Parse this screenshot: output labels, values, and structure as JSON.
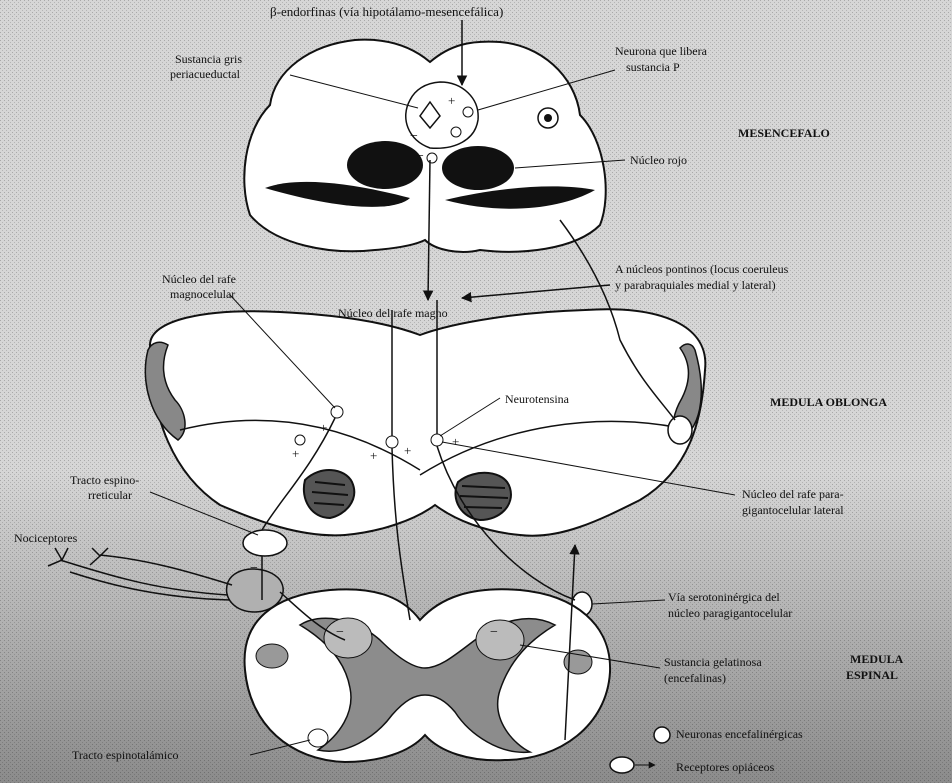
{
  "labels": {
    "beta_endorfinas": "β-endorfinas (vía hipotálamo-mesencefálica)",
    "sustancia_gris_1": "Sustancia gris",
    "sustancia_gris_2": "periacueductal",
    "neurona_1": "Neurona que libera",
    "neurona_2": "sustancia P",
    "mesencefalo": "MESENCEFALO",
    "nucleo_rojo": "Núcleo rojo",
    "nucleo_rafe_mag_1": "Núcleo del rafe",
    "nucleo_rafe_mag_2": "magnocelular",
    "nucleos_pontinos_1": "A núcleos pontinos (locus coeruleus",
    "nucleos_pontinos_2": "y parabraquiales medial y lateral)",
    "nucleo_rafe_magno": "Núcleo del rafe magno",
    "neurotensina": "Neurotensina",
    "medula_oblonga": "MEDULA OBLONGA",
    "tracto_espino_1": "Tracto espino-",
    "tracto_espino_2": "rreticular",
    "nucleo_rafe_para_1": "Núcleo del rafe para-",
    "nucleo_rafe_para_2": "gigantocelular lateral",
    "nociceptores": "Nociceptores",
    "via_1": "Vía serotoninérgica del",
    "via_2": "núcleo paragigantocelular",
    "sustancia_gelatinosa_1": "Sustancia gelatinosa",
    "sustancia_gelatinosa_2": "(encefalinas)",
    "medula_espinal_1": "MEDULA",
    "medula_espinal_2": "ESPINAL",
    "tracto_espinotalamico": "Tracto espinotalámico",
    "neuronas_encefalinergicas": "Neuronas encefalinérgicas",
    "receptores_opiaceos": "Receptores opiáceos"
  },
  "symbols": {
    "plus": "+",
    "minus": "−"
  },
  "colors": {
    "background": "#d9d9d9",
    "structure_fill": "#ffffff",
    "ink": "#111111",
    "grey_matter": "#8c8c8c"
  }
}
